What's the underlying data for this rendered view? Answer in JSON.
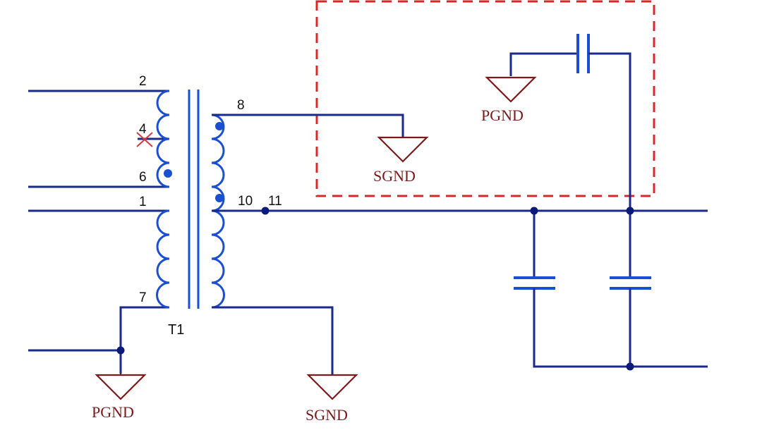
{
  "transformer": {
    "ref": "T1",
    "pins": [
      "2",
      "4",
      "6",
      "1",
      "7",
      "8",
      "10",
      "11"
    ]
  },
  "grounds": {
    "pgnd_left": "PGND",
    "sgnd_center": "SGND",
    "sgnd_box": "SGND",
    "pgnd_box": "PGND"
  },
  "colors": {
    "wire": "#1a2a8c",
    "coil": "#1a4fd0",
    "ground_symbol": "#7a1a1a",
    "highlight_box": "#d62828"
  }
}
